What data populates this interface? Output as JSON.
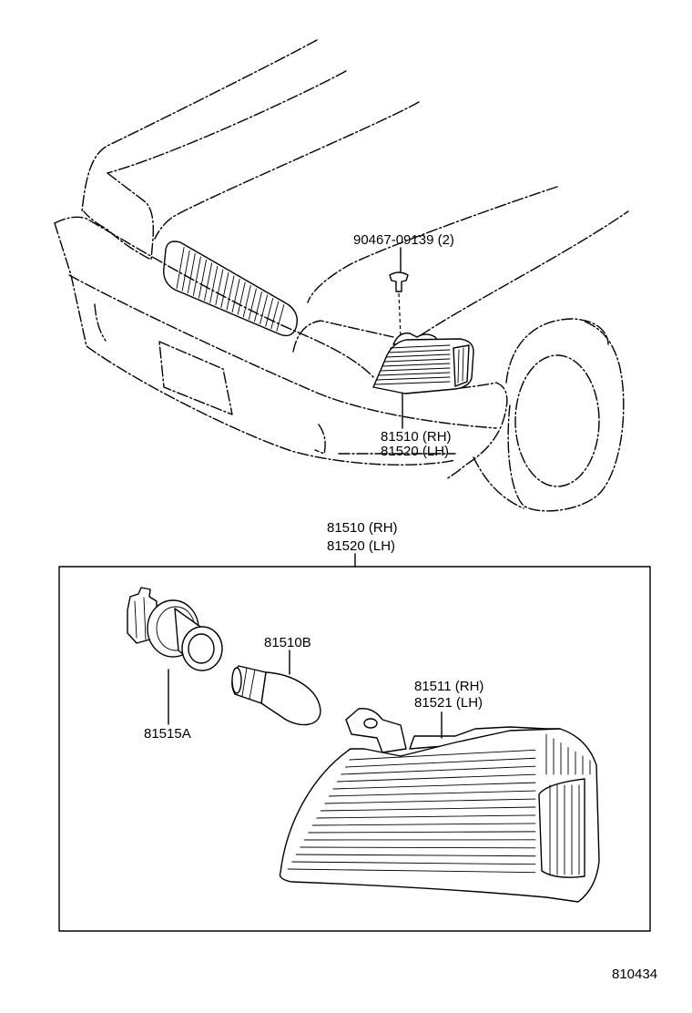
{
  "callouts": {
    "fastener": "90467-09139 (2)",
    "lamp_top_rh": "81510 (RH)",
    "lamp_top_lh": "81520 (LH)",
    "assy_rh": "81510 (RH)",
    "assy_lh": "81520 (LH)",
    "bulb": "81510B",
    "socket": "81515A",
    "lens_rh": "81511 (RH)",
    "lens_lh": "81521 (LH)"
  },
  "diagram_number": "810434",
  "colors": {
    "line": "#000000",
    "background": "#ffffff"
  }
}
